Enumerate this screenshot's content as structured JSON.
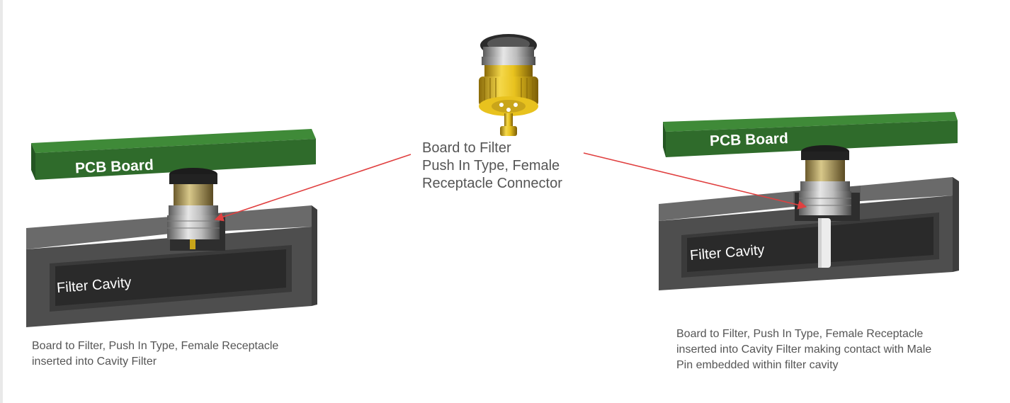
{
  "left_assembly": {
    "pcb_label": "PCB Board",
    "cavity_label": "Filter Cavity",
    "caption_lines": [
      "Board to Filter, Push In Type, Female Receptacle",
      "inserted into Cavity Filter"
    ]
  },
  "center_connector": {
    "callout_lines": [
      "Board to Filter",
      "Push In Type, Female",
      "Receptacle Connector"
    ]
  },
  "right_assembly": {
    "pcb_label": "PCB Board",
    "cavity_label": "Filter Cavity",
    "caption_lines": [
      "Board to Filter, Push In Type, Female Receptacle",
      "inserted into Cavity Filter making contact with Male",
      "Pin embedded within filter cavity"
    ]
  },
  "colors": {
    "pcb_green": "#2f6b2b",
    "cavity_gray": "#4e4e4e",
    "connector_gold": "#d9b21a",
    "arrow_red": "#e04040",
    "text_gray": "#555555"
  }
}
